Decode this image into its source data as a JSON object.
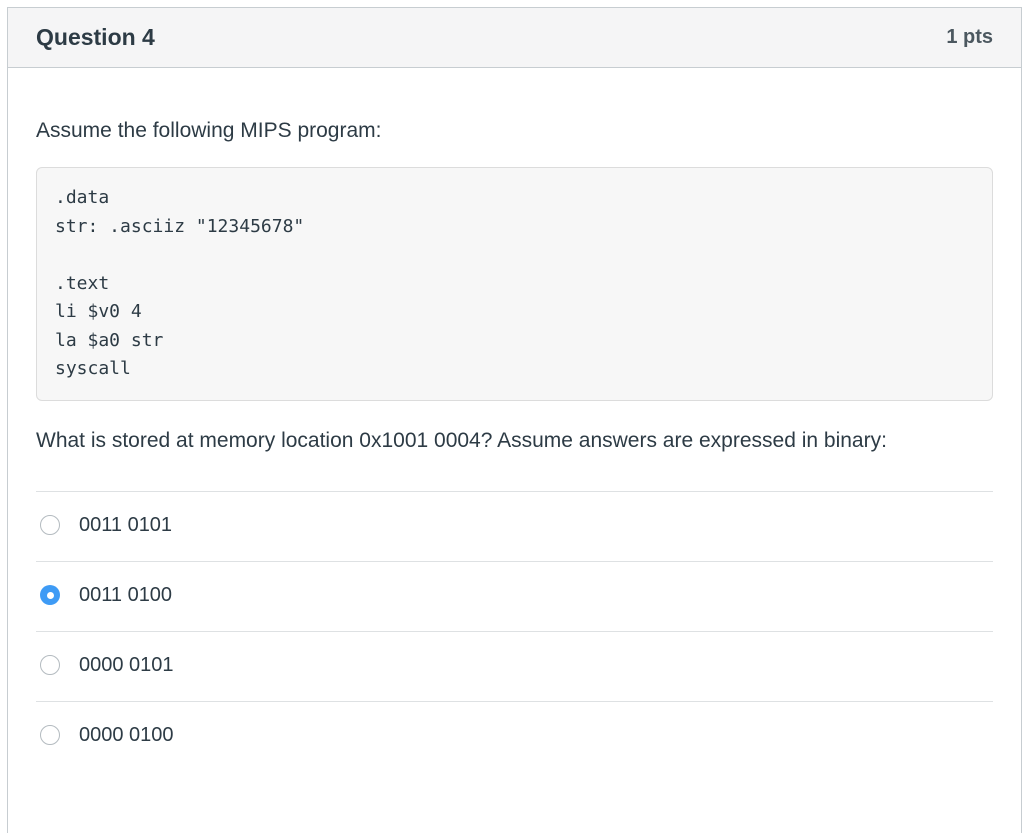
{
  "question": {
    "title": "Question 4",
    "points": "1 pts",
    "intro": "Assume the following MIPS program:",
    "code": ".data\nstr: .asciiz \"12345678\"\n\n.text\nli $v0 4\nla $a0 str\nsyscall",
    "prompt": "What is stored at memory location 0x1001 0004? Assume answers are expressed in binary:",
    "options": [
      {
        "label": "0011 0101",
        "selected": false
      },
      {
        "label": "0011 0100",
        "selected": true
      },
      {
        "label": "0000 0101",
        "selected": false
      },
      {
        "label": "0000 0100",
        "selected": false
      }
    ]
  },
  "colors": {
    "text": "#2D3B45",
    "container_border": "#C7CDD1",
    "header_bg": "#F5F5F6",
    "points_text": "#4C5860",
    "code_bg": "#F7F7F7",
    "code_border": "#DCDCDC",
    "divider": "#DEE1E3",
    "radio_border": "#B4BBC0",
    "radio_selected": "#3E9BF5"
  }
}
